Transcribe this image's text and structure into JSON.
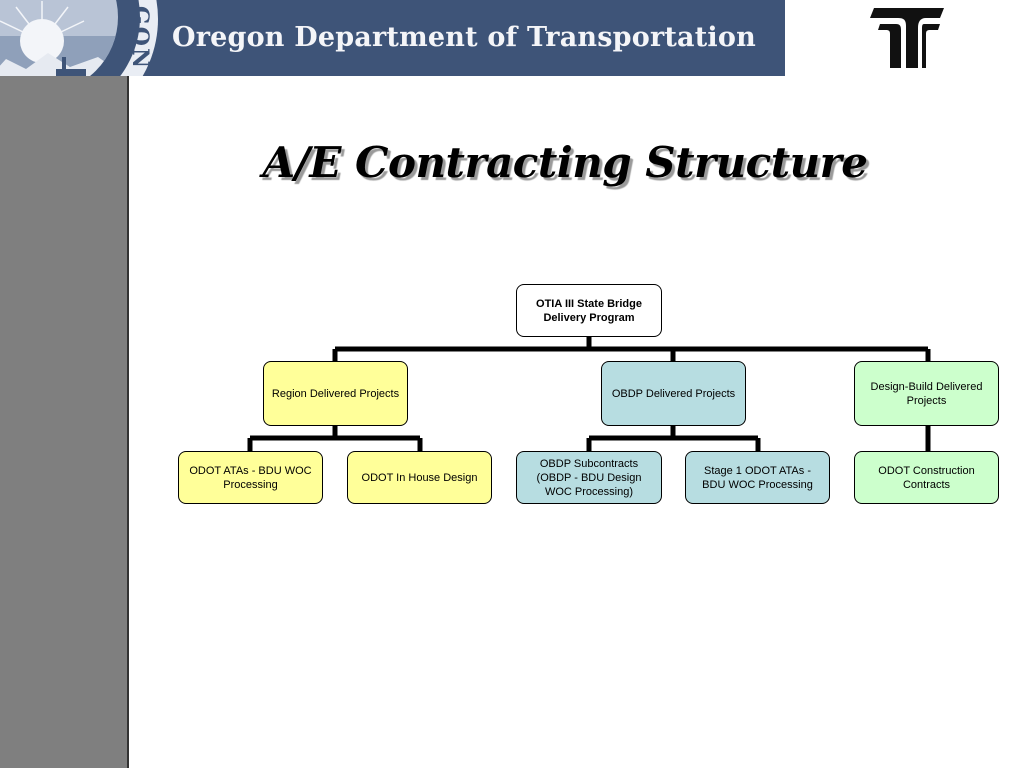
{
  "header": {
    "agency_name": "Oregon Department of Transportation",
    "seal_text": "GON",
    "background_color": "#3e5478"
  },
  "slide": {
    "title": "A/E Contracting Structure"
  },
  "org_chart": {
    "root": {
      "label": "OTIA III State Bridge Delivery Program",
      "color": "#ffffff"
    },
    "branches": [
      {
        "label": "Region Delivered Projects",
        "color": "#ffff99",
        "children": [
          "ODOT ATAs - BDU WOC Processing",
          "ODOT In House Design"
        ]
      },
      {
        "label": "OBDP Delivered Projects",
        "color": "#b7dde1",
        "children": [
          "OBDP Subcontracts (OBDP - BDU Design WOC Processing)",
          "Stage 1 ODOT ATAs - BDU WOC Processing"
        ]
      },
      {
        "label": "Design-Build Delivered Projects",
        "color": "#ccffcc",
        "children": [
          "ODOT Construction Contracts"
        ]
      }
    ]
  }
}
